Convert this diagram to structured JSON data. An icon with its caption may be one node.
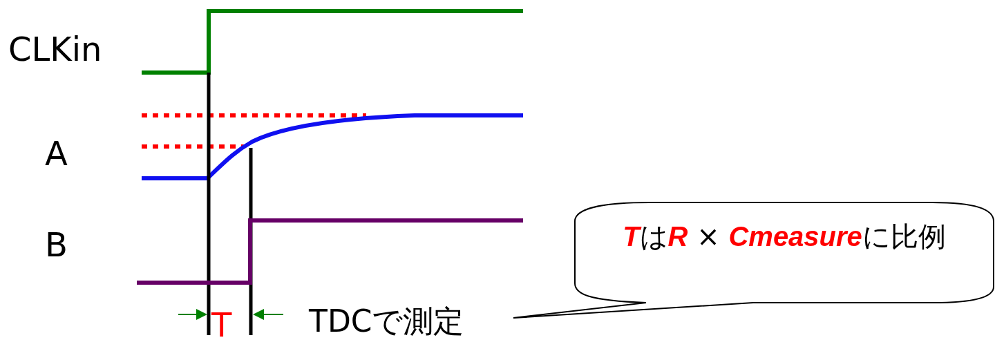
{
  "diagram": {
    "nodes": [
      {
        "text": [
          "**T**は**R** × **Cmeasure**に比例"
        ]
      }
    ],
    "labels": [
      "CLKin",
      "A",
      "B",
      "T",
      "TDCで測定"
    ]
  }
}
